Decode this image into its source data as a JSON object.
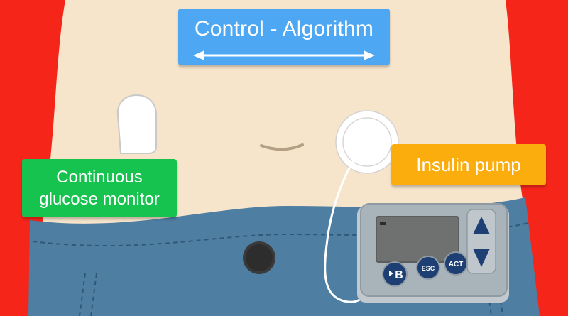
{
  "labels": {
    "control": "Control - Algorithm",
    "cgm_line1": "Continuous",
    "cgm_line2": "glucose monitor",
    "pump": "Insulin pump"
  },
  "pump_device": {
    "esc_button": "ESC",
    "act_button": "ACT",
    "b_button": "B"
  },
  "colors": {
    "background": "#f5251a",
    "skin": "#f6e4cb",
    "jeans": "#4f7ea3",
    "control_box": "#4da7f3",
    "cgm_box": "#16c34f",
    "pump_box": "#fbad0e",
    "device_body": "#a9b3ba",
    "device_buttons": "#1e3f73"
  },
  "icons": {
    "arrow": "double-headed-arrow-icon",
    "sensor": "glucose-sensor-icon",
    "infusion_site": "infusion-site-patch-icon",
    "jeans_button": "jeans-button-icon",
    "up_arrow": "up-triangle-icon",
    "down_arrow": "down-triangle-icon"
  }
}
